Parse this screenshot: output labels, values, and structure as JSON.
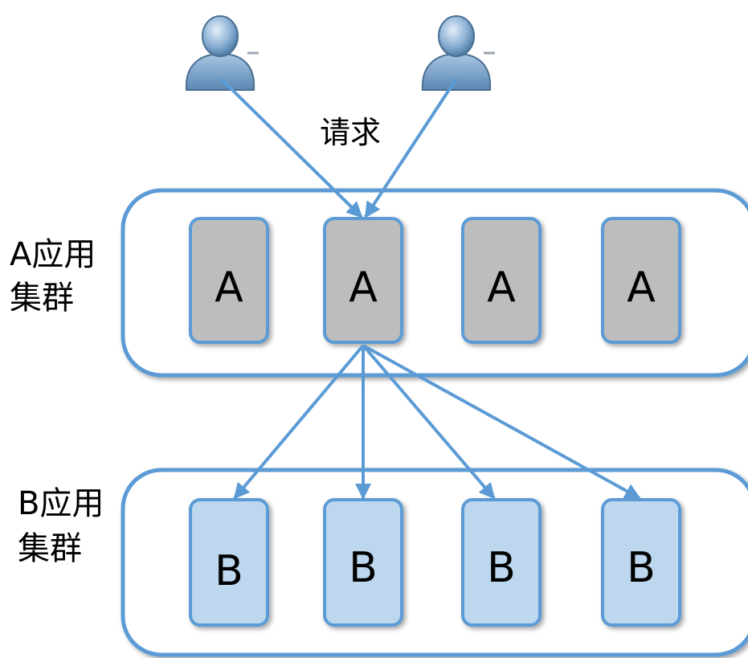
{
  "diagram": {
    "request_label": "请求",
    "clusters": [
      {
        "id": "a",
        "label_line1": "A应用",
        "label_line2": "集群",
        "node_label": "A",
        "node_count": 4,
        "node_fill": "#bdbdbd"
      },
      {
        "id": "b",
        "label_line1": "B应用",
        "label_line2": "集群",
        "node_label": "B",
        "node_count": 4,
        "node_fill": "#bdd7ee"
      }
    ],
    "users": [
      {
        "icon": "user-icon"
      },
      {
        "icon": "user-icon"
      }
    ],
    "colors": {
      "accent": "#5b9bd5",
      "arrow": "#5b9bd5",
      "cluster_fill": "#ffffff"
    }
  }
}
